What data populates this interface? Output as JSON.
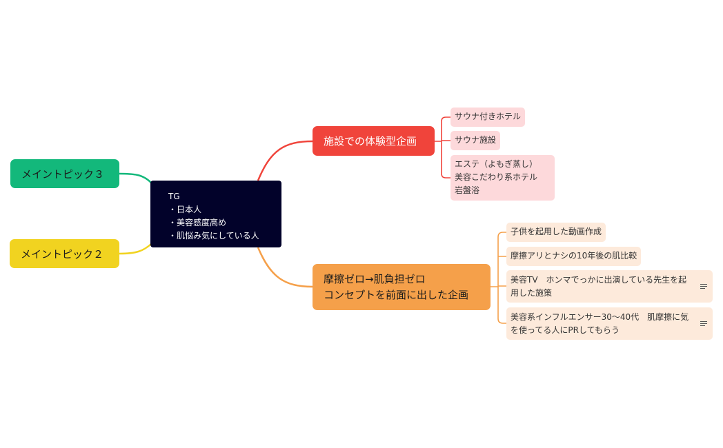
{
  "central": {
    "title": "TG",
    "lines": [
      "・日本人",
      "・美容感度高め",
      "・肌悩み気にしている人"
    ]
  },
  "left_topics": [
    {
      "label": "メイントピック３"
    },
    {
      "label": "メイントピック２"
    }
  ],
  "branches": [
    {
      "label": "施設での体験型企画",
      "children": [
        {
          "lines": [
            "サウナ付きホテル"
          ]
        },
        {
          "lines": [
            "サウナ施設"
          ]
        },
        {
          "lines": [
            "エステ（よもぎ蒸し）",
            "美容こだわり系ホテル",
            "岩盤浴"
          ]
        }
      ]
    },
    {
      "label_lines": [
        "摩擦ゼロ→肌負担ゼロ",
        "コンセプトを前面に出した企画"
      ],
      "children": [
        {
          "lines": [
            "子供を起用した動画作成"
          ]
        },
        {
          "lines": [
            "摩擦アリとナシの10年後の肌比較"
          ]
        },
        {
          "lines": [
            "美容TV　ホンマでっかに出演している先生を起",
            "用した施策"
          ],
          "has_notes": true
        },
        {
          "lines": [
            "美容系インフルエンサー30〜40代　肌摩擦に気",
            "を使ってる人にPRしてもらう"
          ],
          "has_notes": true
        }
      ]
    }
  ],
  "colors": {
    "central": "#02022a",
    "topic3": "#13b87b",
    "topic2": "#f1d320",
    "branch1": "#f0443b",
    "branch2": "#f5a04a",
    "leaf1": "#fdd9db",
    "leaf2": "#fdeadb"
  }
}
